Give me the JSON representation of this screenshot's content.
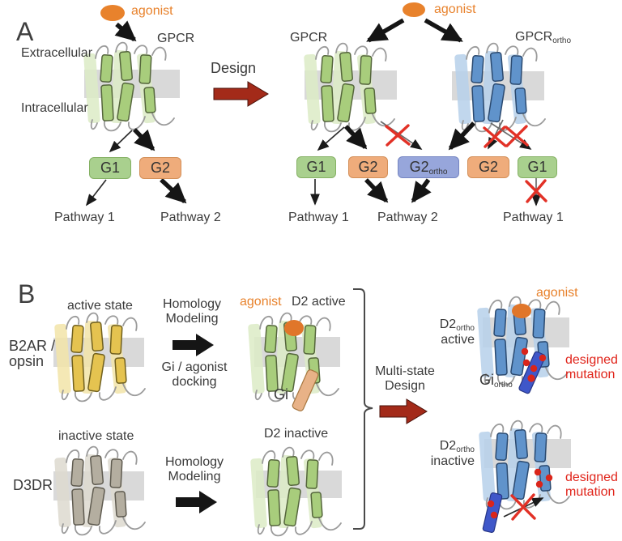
{
  "colors": {
    "agonist_orange": "#e8822c",
    "designed_red": "#e0241a",
    "cross_red": "#e23126",
    "design_arrow_red": "#a32a19",
    "g1_green_box": "#a9d08e",
    "g2_orange_box": "#efac7b",
    "g2_ortho_blue_box": "#97a6db",
    "helix_green": "#a8cd7c",
    "helix_blue": "#6093cb",
    "helix_yellow": "#e5c350",
    "helix_gray": "#b4aea0",
    "membrane_gray": "#d9d9d9"
  },
  "panel_a": {
    "label": "A",
    "agonist": "agonist",
    "gpcr": "GPCR",
    "extracellular": "Extracellular",
    "intracellular": "Intracellular",
    "g1": "G1",
    "g2": "G2",
    "pathway1": "Pathway 1",
    "pathway2": "Pathway 2",
    "design": "Design",
    "right": {
      "agonist": "agonist",
      "gpcr": "GPCR",
      "gpcr_ortho_base": "GPCR",
      "ortho_sub": "ortho",
      "g1": "G1",
      "g2": "G2",
      "g2_ortho_base": "G2",
      "g2_b": "G2",
      "g1_b": "G1",
      "pathway1": "Pathway 1",
      "pathway2": "Pathway 2",
      "pathway1_b": "Pathway 1"
    }
  },
  "panel_b": {
    "label": "B",
    "active_state": "active state",
    "b2ar_line1": "B2AR /",
    "b2ar_line2": "opsin",
    "homology_line1": "Homology",
    "homology_line2": "Modeling",
    "gi_docking_line1": "Gi / agonist",
    "gi_docking_line2": "docking",
    "agonist": "agonist",
    "d2_active": "D2 active",
    "gi": "Gi",
    "inactive_state": "inactive state",
    "d3dr": "D3DR",
    "homology2_line1": "Homology",
    "homology2_line2": "Modeling",
    "d2_inactive": "D2 inactive",
    "multistate_line1": "Multi-state",
    "multistate_line2": "Design",
    "right": {
      "agonist": "agonist",
      "d2_base": "D2",
      "ortho_sub": "ortho",
      "active": "active",
      "inactive": "inactive",
      "gi_base": "Gi",
      "designed": "designed",
      "mutation": "mutation"
    }
  }
}
